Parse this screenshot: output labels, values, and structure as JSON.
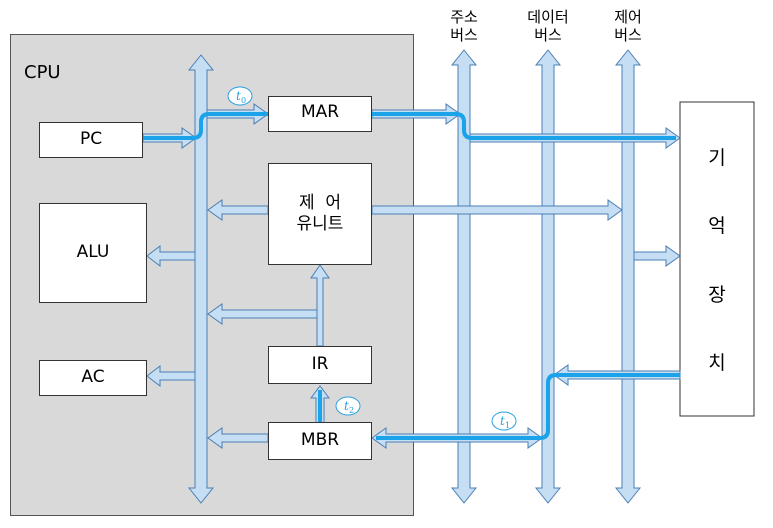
{
  "cpu": {
    "label": "CPU"
  },
  "registers": {
    "pc": "PC",
    "alu": "ALU",
    "ac": "AC",
    "mar": "MAR",
    "ir": "IR",
    "mbr": "MBR"
  },
  "control_unit": {
    "line1": "제  어",
    "line2": "유니트"
  },
  "buses": [
    {
      "line1": "주소",
      "line2": "버스"
    },
    {
      "line1": "데이터",
      "line2": "버스"
    },
    {
      "line1": "제어",
      "line2": "버스"
    }
  ],
  "memory": {
    "chars": [
      "기",
      "억",
      "장",
      "치"
    ]
  },
  "time_steps": [
    "t0",
    "t1",
    "t2"
  ],
  "colors": {
    "bus_fill": "#c5def3",
    "bus_stroke": "#4a7fb5",
    "path": "#1aa3e8"
  }
}
